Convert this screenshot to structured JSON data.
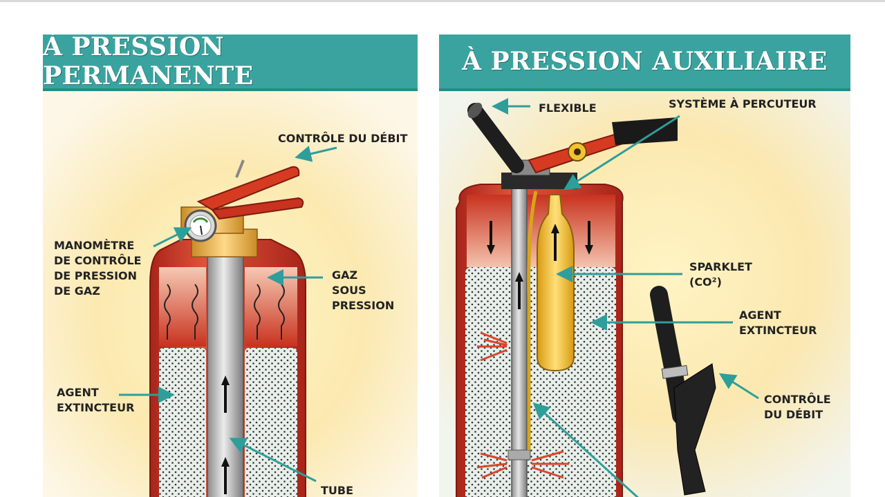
{
  "left_panel": {
    "title": "À PRESSION PERMANENTE",
    "labels": {
      "flow_control": "CONTRÔLE DU DÉBIT",
      "pressure_gauge": "MANOMÈTRE\nDE CONTRÔLE\nDE PRESSION\nDE GAZ",
      "pressurized_gas": "GAZ\nSOUS\nPRESSION",
      "extinguishing_agent": "AGENT\nEXTINCTEUR",
      "dip_tube": "TUBE\nPLONGEUR"
    }
  },
  "right_panel": {
    "title": "À PRESSION AUXILIAIRE",
    "labels": {
      "hose": "FLEXIBLE",
      "striker_system": "SYSTÈME À PERCUTEUR",
      "sparklet": "SPARKLET\n(CO²)",
      "extinguishing_agent": "AGENT\nEXTINCTEUR",
      "flow_control": "CONTRÔLE\nDU DÉBIT"
    }
  },
  "colors": {
    "header_teal": "#3aa39f",
    "arrow_teal": "#2e9e9a",
    "cylinder_red": "#c8321e",
    "agent_fill": "#e8efea",
    "brass": "#e8b54a",
    "sparklet_yellow": "#f2c230"
  }
}
